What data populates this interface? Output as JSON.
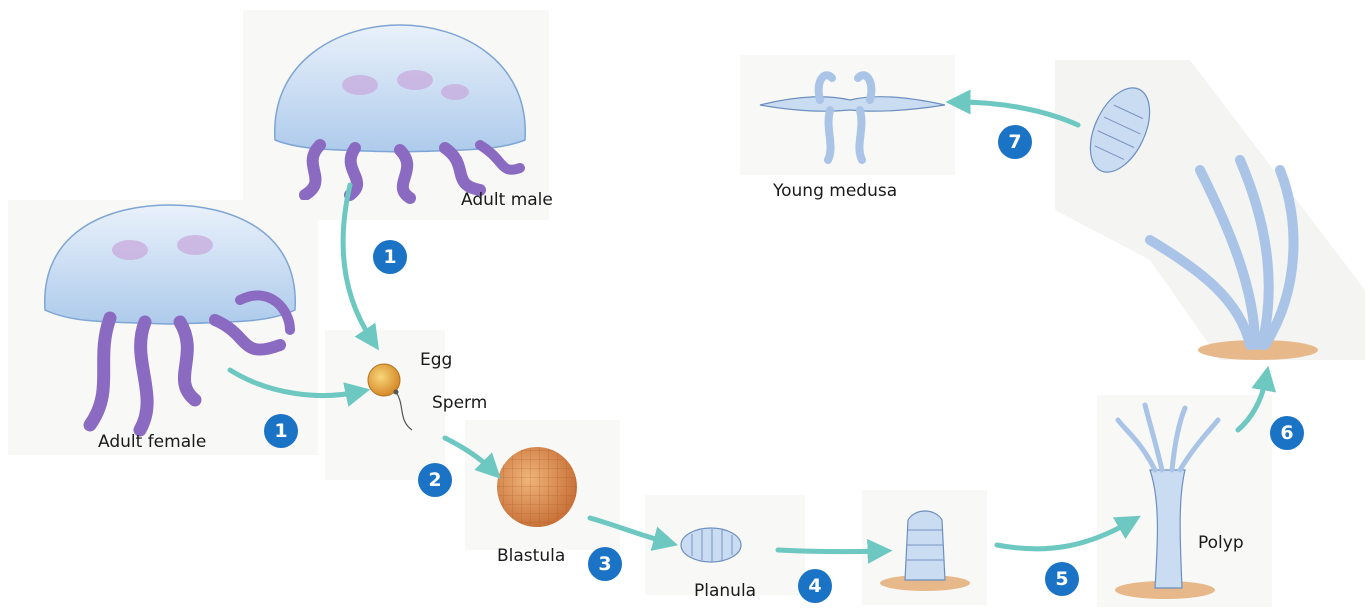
{
  "labels": {
    "adult_male": "Adult male",
    "adult_female": "Adult female",
    "egg": "Egg",
    "sperm": "Sperm",
    "blastula": "Blastula",
    "planula": "Planula",
    "polyp": "Polyp",
    "young_medusa": "Young medusa"
  },
  "steps": [
    "1",
    "1",
    "2",
    "3",
    "4",
    "5",
    "6",
    "7"
  ],
  "colors": {
    "badge": "#1a73c4",
    "arrow": "#6cc8c0",
    "jelly_bell": "#c9dcf2",
    "jelly_tentacle": "#8b6bc2",
    "egg": "#e3a03c",
    "blastula": "#d9894a",
    "polyp": "#bfd6ef",
    "sand": "#e7b98a"
  }
}
